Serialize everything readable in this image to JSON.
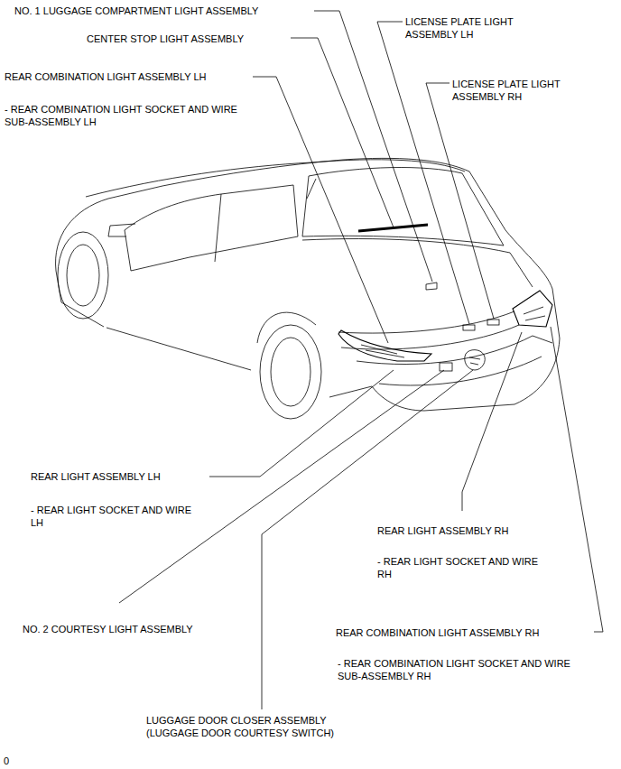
{
  "diagram": {
    "labels": [
      "NO. 1 LUGGAGE COMPARTMENT LIGHT ASSEMBLY",
      "CENTER STOP LIGHT ASSEMBLY",
      "LICENSE PLATE LIGHT ASSEMBLY LH",
      "LICENSE PLATE LIGHT ASSEMBLY RH",
      "REAR COMBINATION LIGHT ASSEMBLY LH",
      "- REAR COMBINATION LIGHT SOCKET AND WIRE SUB-ASSEMBLY LH",
      "REAR LIGHT ASSEMBLY LH",
      "- REAR LIGHT SOCKET AND WIRE LH",
      "REAR LIGHT ASSEMBLY RH",
      "- REAR LIGHT SOCKET AND WIRE RH",
      "NO. 2 COURTESY LIGHT ASSEMBLY",
      "REAR COMBINATION LIGHT ASSEMBLY RH",
      "- REAR COMBINATION LIGHT SOCKET AND WIRE SUB-ASSEMBLY RH",
      "LUGGAGE DOOR CLOSER ASSEMBLY (LUGGAGE DOOR COURTESY SWITCH)",
      "0"
    ]
  }
}
